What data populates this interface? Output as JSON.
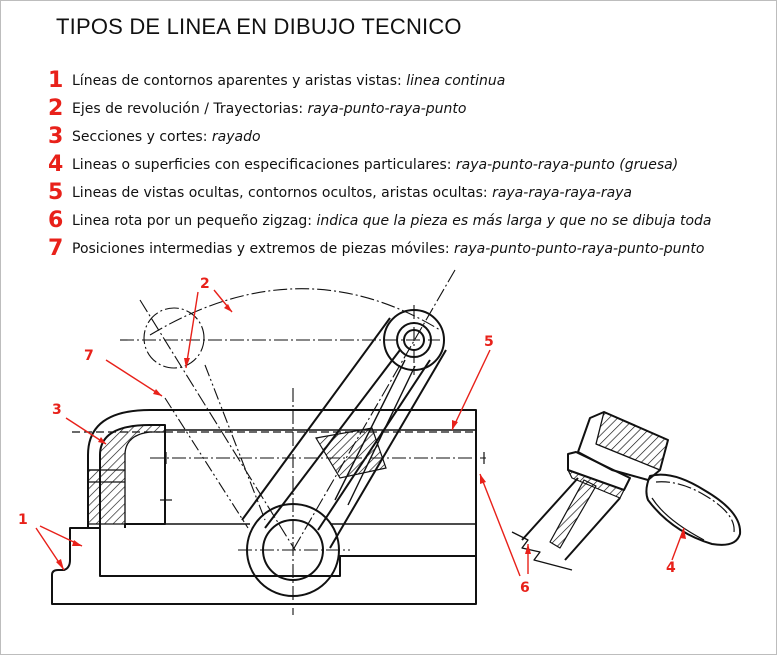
{
  "title": "TIPOS DE LINEA EN DIBUJO TECNICO",
  "legend": [
    {
      "num": "1",
      "text": "Líneas de contornos aparentes y aristas vistas: ",
      "style": "linea continua"
    },
    {
      "num": "2",
      "text": "Ejes de revolución / Trayectorias: ",
      "style": "raya-punto-raya-punto"
    },
    {
      "num": "3",
      "text": "Secciones y cortes: ",
      "style": "rayado"
    },
    {
      "num": "4",
      "text": "Lineas o superficies con especificaciones particulares: ",
      "style": "raya-punto-raya-punto (gruesa)"
    },
    {
      "num": "5",
      "text": "Lineas de vistas ocultas, contornos ocultos, aristas ocultas: ",
      "style": "raya-raya-raya-raya"
    },
    {
      "num": "6",
      "text": "Linea rota por un pequeño zigzag: ",
      "style": "indica que la pieza es más larga y que no se dibuja toda"
    },
    {
      "num": "7",
      "text": "Posiciones intermedias y extremos de piezas móviles: ",
      "style": "raya-punto-punto-raya-punto-punto"
    }
  ],
  "callouts": {
    "c1": "1",
    "c2": "2",
    "c3": "3",
    "c4": "4",
    "c5": "5",
    "c6": "6",
    "c7": "7"
  },
  "colors": {
    "accent": "#e8211a",
    "line": "#111111"
  }
}
